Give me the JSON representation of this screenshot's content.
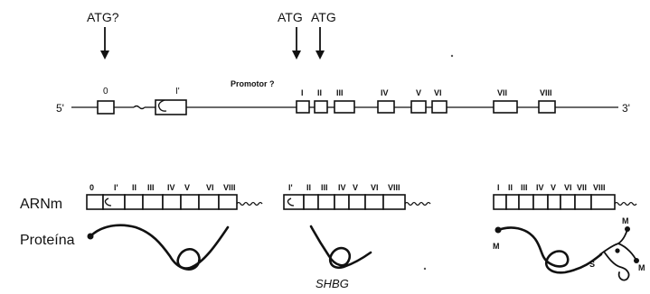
{
  "atg": {
    "first": "ATG?",
    "second": "ATG",
    "third": "ATG"
  },
  "gene": {
    "five_prime": "5'",
    "three_prime": "3'",
    "promoter": "Promotor ?",
    "exon_0": "0",
    "exon_1prime": "I'",
    "exon_1": "I",
    "exon_2": "II",
    "exon_3": "III",
    "exon_4": "IV",
    "exon_5": "V",
    "exon_6": "VI",
    "exon_7": "VII",
    "exon_8": "VIII"
  },
  "rows": {
    "mrna": "ARNm",
    "protein": "Proteína"
  },
  "mrna1": {
    "labels": [
      "0",
      "I'",
      "II",
      "III",
      "IV",
      "V",
      "VI",
      "VIII"
    ]
  },
  "mrna2": {
    "labels": [
      "I'",
      "II",
      "III",
      "IV",
      "V",
      "VI",
      "VIII"
    ]
  },
  "mrna3": {
    "labels": [
      "I",
      "II",
      "III",
      "IV",
      "V",
      "VI",
      "VII",
      "VIII"
    ]
  },
  "protein3": {
    "m1": "M",
    "m2": "M",
    "m3": "M",
    "s": "S"
  },
  "caption": "SHBG"
}
